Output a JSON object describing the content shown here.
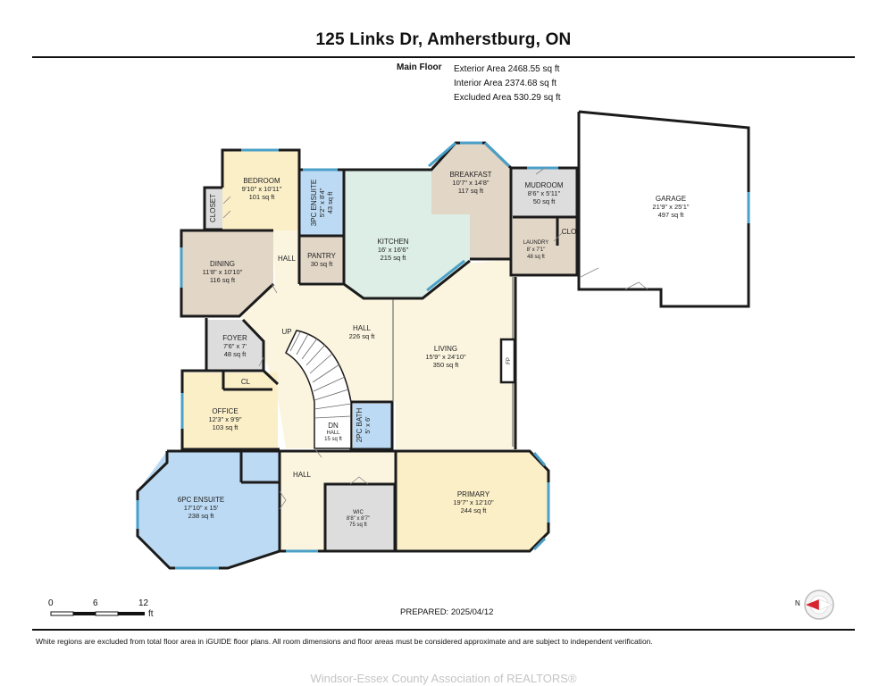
{
  "header": {
    "title": "125 Links Dr, Amherstburg, ON",
    "floor_label": "Main Floor",
    "areas": [
      "Exterior Area 2468.55 sq ft",
      "Interior Area 2374.68 sq ft",
      "Excluded Area 530.29 sq ft"
    ]
  },
  "rooms": {
    "bedroom": {
      "name": "BEDROOM",
      "dims": "9'10\" x 10'11\"",
      "area": "101 sq ft"
    },
    "ensuite3": {
      "name": "3PC ENSUITE",
      "dims": "5'2\" x 8'4\"",
      "area": "43 sq ft"
    },
    "closet": {
      "name": "CLOSET"
    },
    "breakfast": {
      "name": "BREAKFAST",
      "dims": "10'7\" x 14'8\"",
      "area": "117 sq ft"
    },
    "mudroom": {
      "name": "MUDROOM",
      "dims": "8'6\" x 5'11\"",
      "area": "50 sq ft"
    },
    "garage": {
      "name": "GARAGE",
      "dims": "21'9\" x 25'1\"",
      "area": "497 sq ft"
    },
    "kitchen": {
      "name": "KITCHEN",
      "dims": "16' x 16'6\"",
      "area": "215 sq ft"
    },
    "laundry": {
      "name": "LAUNDRY",
      "dims": "8' x 7'1\"",
      "area": "48 sq ft"
    },
    "clo": {
      "name": "CLO"
    },
    "dining": {
      "name": "DINING",
      "dims": "11'8\" x 10'10\"",
      "area": "116 sq ft"
    },
    "pantry": {
      "name": "PANTRY",
      "area": "30 sq ft"
    },
    "hall_upper": {
      "name": "HALL"
    },
    "hall_main": {
      "name": "HALL",
      "area": "226 sq ft"
    },
    "up": {
      "name": "UP"
    },
    "foyer": {
      "name": "FOYER",
      "dims": "7'6\" x 7'",
      "area": "48 sq ft"
    },
    "cl": {
      "name": "CL"
    },
    "living": {
      "name": "LIVING",
      "dims": "15'9\" x 24'10\"",
      "area": "350 sq ft"
    },
    "fp": {
      "name": "FP"
    },
    "office": {
      "name": "OFFICE",
      "dims": "12'3\" x 9'9\"",
      "area": "103 sq ft"
    },
    "dn_hall": {
      "name": "DN",
      "sub": "HALL",
      "area": "15 sq ft"
    },
    "bath2": {
      "name": "2PC BATH",
      "dims": "5' x 6'"
    },
    "hall_lower": {
      "name": "HALL"
    },
    "ensuite6": {
      "name": "6PC ENSUITE",
      "dims": "17'10\" x 15'",
      "area": "238 sq ft"
    },
    "wic": {
      "name": "WIC",
      "dims": "8'8\" x 8'7\"",
      "area": "75 sq ft"
    },
    "primary": {
      "name": "PRIMARY",
      "dims": "19'7\" x 12'10\"",
      "area": "244 sq ft"
    }
  },
  "scale": {
    "labels": [
      "0",
      "6",
      "12"
    ],
    "unit": "ft"
  },
  "compass": {
    "label": "N"
  },
  "prepared": "PREPARED: 2025/04/12",
  "footer_note": "White regions are excluded from total floor area in iGUIDE floor plans. All room dimensions and floor areas must be considered approximate and are subject to independent verification.",
  "watermark": "Windsor-Essex County Association of REALTORS®",
  "colors": {
    "bedroom": "#fbefc8",
    "bath": "#bcdaf3",
    "kitchen": "#dceee5",
    "utility": "#dddddd",
    "living": "#e2d6c6",
    "hall": "#fbf5e0",
    "wall": "#1b1b1b",
    "window": "#4aa0c8"
  }
}
